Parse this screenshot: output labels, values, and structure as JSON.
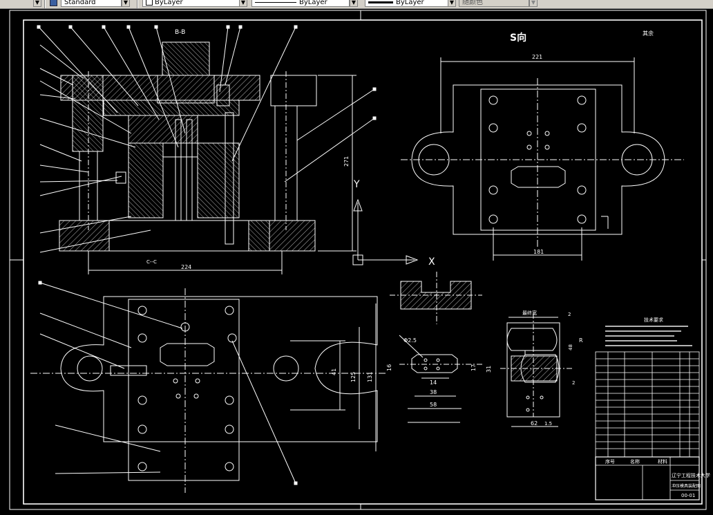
{
  "toolbar": {
    "text_style": "Standard",
    "layer_color": "ByLayer",
    "linetype": "ByLayer",
    "lineweight": "ByLayer",
    "plot_style": "随颜色"
  },
  "drawing": {
    "section_bb": "B-B",
    "section_cc": "C--C",
    "view_s": "S向",
    "roughness_note": "其余",
    "dims": {
      "top_width": "221",
      "top_height": "271",
      "right_width": "221",
      "right_sub": "181",
      "bottom_width": "224",
      "base_h1": "41",
      "base_h2": "125",
      "base_h3": "131",
      "part_top": "最终宽",
      "part_r1": "R",
      "part_r2": "48",
      "part_r3": "2",
      "part_r4": "2",
      "part_w1": "62",
      "part_w2": "1.5",
      "blank_d": "Φ2.5",
      "blank_w1": "14",
      "blank_w2": "38",
      "blank_w3": "58",
      "blank_h1": "16",
      "blank_h2": "17",
      "blank_h3": "31",
      "axis_y": "Y",
      "axis_x": "X"
    },
    "notes_title": "技术要求",
    "title_block": {
      "school": "辽宁工程技术大学",
      "drawing_name": "冲压模具装配图",
      "drawing_no": "00-01",
      "col_seq": "序号",
      "col_name": "名称",
      "col_material": "材料"
    }
  }
}
